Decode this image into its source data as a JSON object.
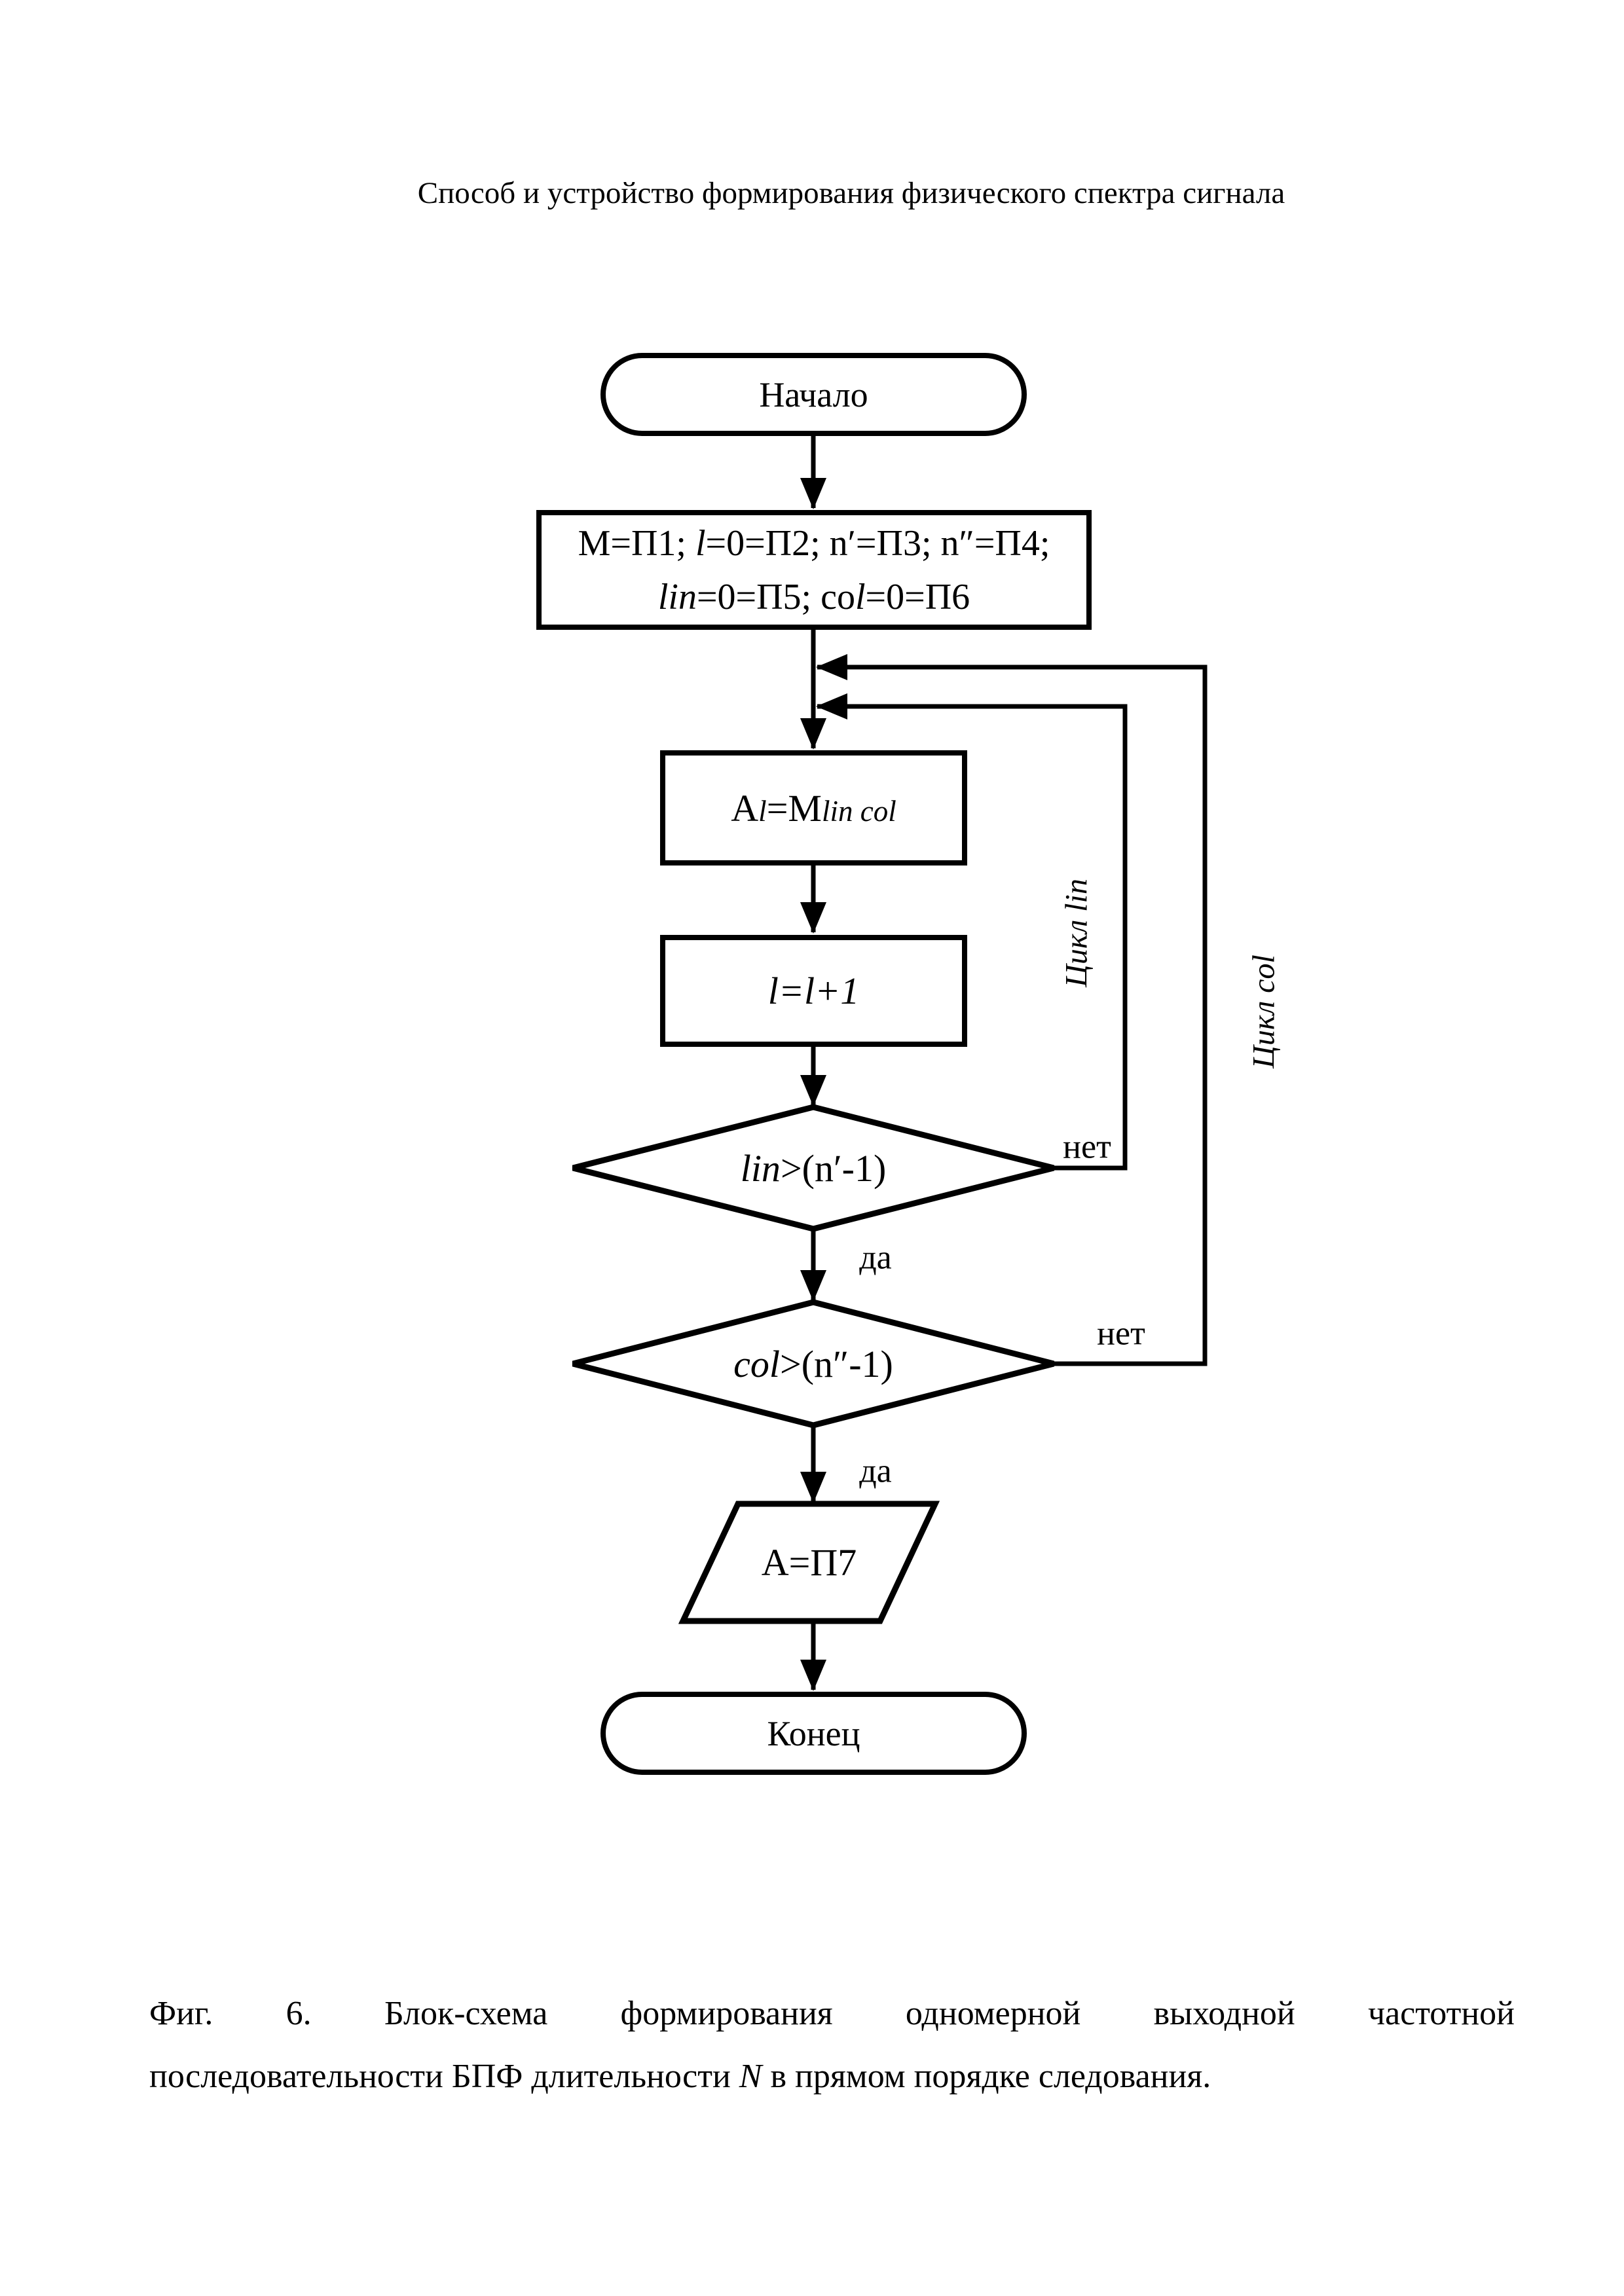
{
  "page": {
    "title": "Способ и устройство формирования физического спектра сигнала"
  },
  "flowchart": {
    "start": "Начало",
    "init": {
      "l1a": "M=П1; ",
      "l1b": "l",
      "l1c": "=0=П2; n′=П3; n″=П4;",
      "l2a": "lin",
      "l2b": "=0=П5; co",
      "l2c": "l",
      "l2d": "=0=П6"
    },
    "assign": {
      "a": "A",
      "b": "l",
      "c": "=M",
      "d": "lin col"
    },
    "increment": "l=l+1",
    "decision1": {
      "a": "lin",
      "b": ">(n′-1)"
    },
    "decision2": {
      "a": "col",
      "b": ">(n″-1)"
    },
    "output": "А=П7",
    "end": "Конец",
    "labels": {
      "yes1": "да",
      "no1": "нет",
      "yes2": "да",
      "no2": "нет",
      "loop_lin": "Цикл lin",
      "loop_col": "Цикл col"
    }
  },
  "caption": {
    "l1": "Фиг. 6. Блок-схема формирования одномерной выходной частотной",
    "l2a": "последовательности БПФ длительности ",
    "l2b": "N",
    "l2c": " в прямом порядке следования."
  }
}
